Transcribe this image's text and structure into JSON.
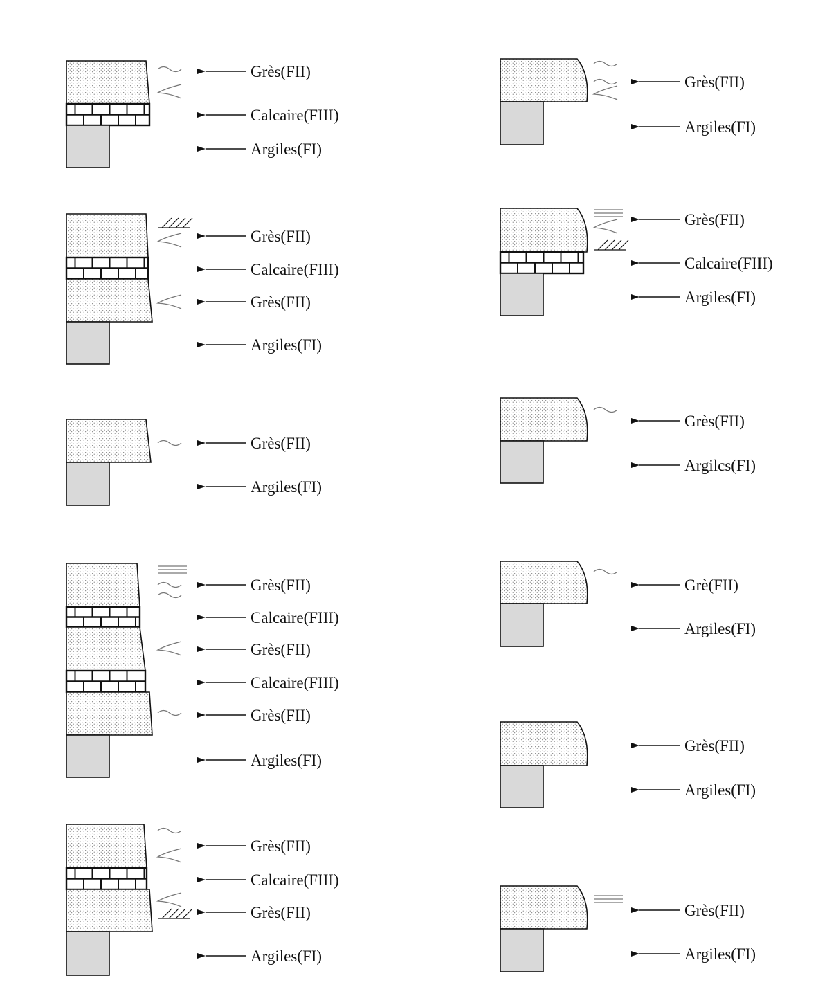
{
  "colors": {
    "sandstone_fill": "#ffffff",
    "sandstone_dots": "#555555",
    "clay_fill": "#d9d9d9",
    "limestone_fill": "#ffffff",
    "line": "#111111",
    "structure": "#777777"
  },
  "lithology_legend": {
    "sandstone": "Grès",
    "limestone": "Calcaire",
    "clay": "Argiles"
  },
  "columns": [
    {
      "id": "left",
      "sequences": [
        {
          "id": "L1",
          "labels": [
            "Grès(FII)",
            "Calcaire(FIII)",
            "Argiles(FI)"
          ]
        },
        {
          "id": "L2",
          "labels": [
            "Grès(FII)",
            "Calcaire(FIII)",
            "Grès(FII)",
            "Argiles(FI)"
          ]
        },
        {
          "id": "L3",
          "labels": [
            "Grès(FII)",
            "Argiles(FI)"
          ]
        },
        {
          "id": "L4",
          "labels": [
            "Grès(FII)",
            "Calcaire(FIII)",
            "Grès(FII)",
            "Calcaire(FIII)",
            "Grès(FII)",
            "Argiles(FI)"
          ]
        },
        {
          "id": "L5",
          "labels": [
            "Grès(FII)",
            "Calcaire(FIII)",
            "Grès(FII)",
            "Argiles(FI)"
          ]
        }
      ]
    },
    {
      "id": "right",
      "sequences": [
        {
          "id": "R1",
          "labels": [
            "Grès(FII)",
            "Argiles(FI)"
          ]
        },
        {
          "id": "R2",
          "labels": [
            "Grès(FII)",
            "Calcaire(FIII)",
            "Argiles(FI)"
          ]
        },
        {
          "id": "R3",
          "labels": [
            "Grès(FII)",
            "Argilcs(FI)"
          ]
        },
        {
          "id": "R4",
          "labels": [
            "Grè(FII)",
            "Argiles(FI)"
          ]
        },
        {
          "id": "R5",
          "labels": [
            "Grès(FII)",
            "Argiles(FI)"
          ]
        },
        {
          "id": "R6",
          "labels": [
            "Grès(FII)",
            "Argiles(FI)"
          ]
        }
      ]
    }
  ]
}
